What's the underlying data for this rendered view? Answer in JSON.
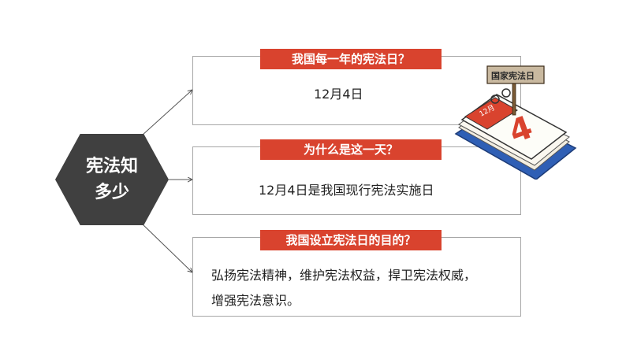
{
  "center": {
    "line1": "宪法知",
    "line2": "多少"
  },
  "items": [
    {
      "question": "我国每一年的宪法日？",
      "answer": "12月4日"
    },
    {
      "question": "为什么是这一天？",
      "answer": "12月4日是我国现行宪法实施日"
    },
    {
      "question": "我国设立宪法日的目的？",
      "answer_line1": "弘扬宪法精神，维护宪法权益，捍卫宪法权威，",
      "answer_line2": "增强宪法意识。"
    }
  ],
  "calendar": {
    "sign_text": "国家宪法日",
    "month_text": "12月",
    "day_text": "4"
  },
  "colors": {
    "accent": "#d9432e",
    "hex": "#404040",
    "border": "#a6a6a6"
  }
}
